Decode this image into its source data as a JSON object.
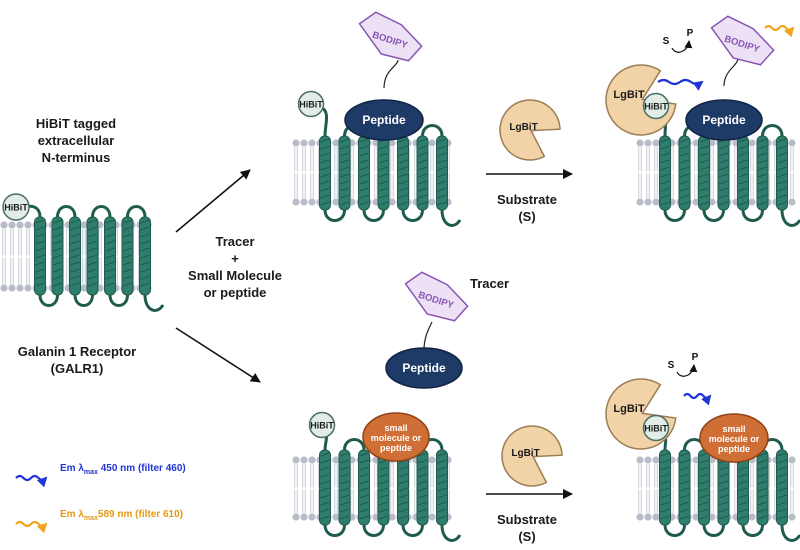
{
  "colors": {
    "helix": "#2f7d6c",
    "helix_edge": "#1f5c4f",
    "lipid": "#b9bcc9",
    "peptide": "#1e3a66",
    "smallmol": "#cf6e35",
    "lgbit": "#f2d3a8",
    "lgbit_edge": "#9c7e55",
    "hibit": "#e1ede6",
    "bodipy_fill": "#ece1f5",
    "bodipy_edge": "#8a55b5",
    "blue_em": "#1f35d6",
    "orange_em": "#f2a51c"
  },
  "icons": [
    "hibit-circle-icon",
    "peptide-ellipse-icon",
    "bodipy-hexagon-icon",
    "lgbit-pacman-icon",
    "emission-wave-icon",
    "arrow-icon"
  ],
  "left": {
    "title_lines": [
      "HiBiT tagged",
      "extracellular",
      "N-terminus"
    ],
    "receptor_lines": [
      "Galanin 1 Receptor",
      "(GALR1)"
    ]
  },
  "middle": {
    "lines": [
      "Tracer",
      "+",
      "Small Molecule",
      "or peptide"
    ]
  },
  "tracer_label": "Tracer",
  "substrate_lines": [
    "Substrate",
    "(S)"
  ],
  "tags": {
    "hibit": "HiBiT",
    "lgbit": "LgBiT",
    "peptide": "Peptide",
    "bodipy": "BODIPY",
    "small_molecule_lines": [
      "small",
      "molecule or",
      "peptide"
    ],
    "s": "S",
    "p": "P"
  },
  "legend": {
    "blue": {
      "prefix": "Em λ",
      "sub": "max",
      "suffix": "450 nm  (filter 460)"
    },
    "orange": {
      "prefix": "Em λ",
      "sub": "max",
      "suffix": "589 nm (filter 610)"
    }
  }
}
